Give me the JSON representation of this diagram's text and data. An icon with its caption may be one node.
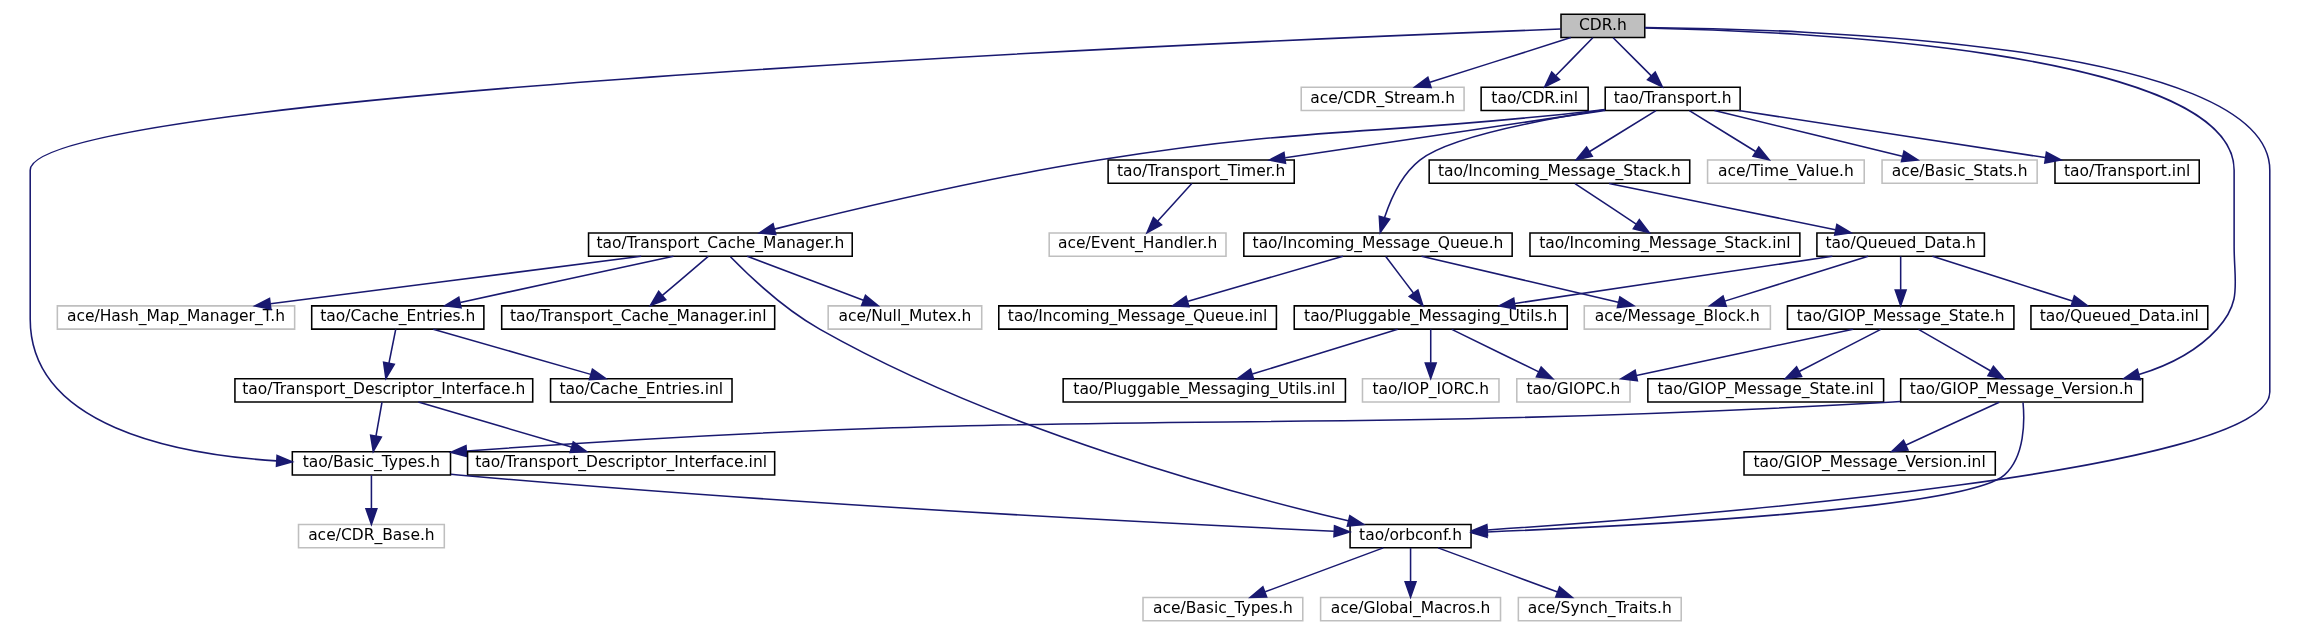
{
  "diagram": {
    "nodes": [
      {
        "text": [
          "CDR.h"
        ]
      },
      {
        "text": [
          "tao/Transport.h"
        ]
      },
      {
        "text": [
          "ace/CDR_Stream.h"
        ]
      },
      {
        "text": [
          "tao/CDR.inl"
        ]
      },
      {
        "text": [
          "tao/Transport_Timer.h"
        ]
      },
      {
        "text": [
          "tao/Incoming_Message_Stack.h"
        ]
      },
      {
        "text": [
          "ace/Time_Value.h"
        ]
      },
      {
        "text": [
          "ace/Basic_Stats.h"
        ]
      },
      {
        "text": [
          "tao/Transport.inl"
        ]
      },
      {
        "text": [
          "ace/Event_Handler.h"
        ]
      },
      {
        "text": [
          "tao/Queued_Data.h"
        ]
      },
      {
        "text": [
          "tao/Incoming_Message_Stack.inl"
        ]
      },
      {
        "text": [
          "tao/Incoming_Message_Queue.h"
        ]
      },
      {
        "text": [
          "tao/Transport_Cache_Manager.h"
        ]
      },
      {
        "text": [
          "tao/Queued_Data.inl"
        ]
      },
      {
        "text": [
          "tao/GIOP_Message_State.h"
        ]
      },
      {
        "text": [
          "ace/Message_Block.h"
        ]
      },
      {
        "text": [
          "tao/Pluggable_Messaging_Utils.h"
        ]
      },
      {
        "text": [
          "tao/Incoming_Message_Queue.inl"
        ]
      },
      {
        "text": [
          "ace/Hash_Map_Manager_T.h"
        ]
      },
      {
        "text": [
          "tao/Transport_Cache_Manager.inl"
        ]
      },
      {
        "text": [
          "tao/Cache_Entries.h"
        ]
      },
      {
        "text": [
          "ace/Null_Mutex.h"
        ]
      },
      {
        "text": [
          "tao/GIOP_Message_Version.h"
        ]
      },
      {
        "text": [
          "tao/GIOP_Message_State.inl"
        ]
      },
      {
        "text": [
          "tao/GIOPC.h"
        ]
      },
      {
        "text": [
          "tao/Pluggable_Messaging_Utils.inl"
        ]
      },
      {
        "text": [
          "tao/IOP_IORC.h"
        ]
      },
      {
        "text": [
          "tao/Cache_Entries.inl"
        ]
      },
      {
        "text": [
          "tao/Transport_Descriptor_Interface.h"
        ]
      },
      {
        "text": [
          "tao/GIOP_Message_Version.inl"
        ]
      },
      {
        "text": [
          "tao/Transport_Descriptor_Interface.inl"
        ]
      },
      {
        "text": [
          "tao/Basic_Types.h"
        ]
      },
      {
        "text": [
          "tao/orbconf.h"
        ]
      },
      {
        "text": [
          "ace/CDR_Base.h"
        ]
      },
      {
        "text": [
          "ace/Basic_Types.h"
        ]
      },
      {
        "text": [
          "ace/Global_Macros.h"
        ]
      },
      {
        "text": [
          "ace/Synch_Traits.h"
        ]
      }
    ],
    "edges": [
      {
        "from": 0,
        "to": 1,
        "arrow": "to"
      },
      {
        "from": 0,
        "to": 2,
        "arrow": "to"
      },
      {
        "from": 0,
        "to": 3,
        "arrow": "to"
      },
      {
        "from": 0,
        "to": 32,
        "arrow": "to"
      },
      {
        "from": 0,
        "to": 33,
        "arrow": "to"
      },
      {
        "from": 0,
        "to": 23,
        "arrow": "to"
      },
      {
        "from": 1,
        "to": 4,
        "arrow": "to"
      },
      {
        "from": 1,
        "to": 5,
        "arrow": "to"
      },
      {
        "from": 1,
        "to": 6,
        "arrow": "to"
      },
      {
        "from": 1,
        "to": 7,
        "arrow": "to"
      },
      {
        "from": 1,
        "to": 8,
        "arrow": "to"
      },
      {
        "from": 1,
        "to": 12,
        "arrow": "to"
      },
      {
        "from": 1,
        "to": 13,
        "arrow": "to"
      },
      {
        "from": 4,
        "to": 9,
        "arrow": "to"
      },
      {
        "from": 5,
        "to": 10,
        "arrow": "to"
      },
      {
        "from": 5,
        "to": 11,
        "arrow": "to"
      },
      {
        "from": 10,
        "to": 14,
        "arrow": "to"
      },
      {
        "from": 10,
        "to": 15,
        "arrow": "to"
      },
      {
        "from": 10,
        "to": 16,
        "arrow": "to"
      },
      {
        "from": 10,
        "to": 17,
        "arrow": "to"
      },
      {
        "from": 12,
        "to": 16,
        "arrow": "to"
      },
      {
        "from": 12,
        "to": 17,
        "arrow": "to"
      },
      {
        "from": 12,
        "to": 18,
        "arrow": "to"
      },
      {
        "from": 13,
        "to": 33,
        "arrow": "to"
      },
      {
        "from": 13,
        "to": 19,
        "arrow": "to"
      },
      {
        "from": 13,
        "to": 20,
        "arrow": "to"
      },
      {
        "from": 13,
        "to": 21,
        "arrow": "to"
      },
      {
        "from": 13,
        "to": 22,
        "arrow": "to"
      },
      {
        "from": 15,
        "to": 23,
        "arrow": "to"
      },
      {
        "from": 15,
        "to": 24,
        "arrow": "to"
      },
      {
        "from": 15,
        "to": 25,
        "arrow": "to"
      },
      {
        "from": 17,
        "to": 25,
        "arrow": "to"
      },
      {
        "from": 17,
        "to": 26,
        "arrow": "to"
      },
      {
        "from": 17,
        "to": 27,
        "arrow": "to"
      },
      {
        "from": 23,
        "to": 30,
        "arrow": "to"
      },
      {
        "from": 23,
        "to": 33,
        "arrow": "to"
      },
      {
        "from": 23,
        "to": 32,
        "arrow": "to"
      },
      {
        "from": 21,
        "to": 28,
        "arrow": "to"
      },
      {
        "from": 21,
        "to": 29,
        "arrow": "to"
      },
      {
        "from": 29,
        "to": 31,
        "arrow": "to"
      },
      {
        "from": 29,
        "to": 32,
        "arrow": "to"
      },
      {
        "from": 32,
        "to": 33,
        "arrow": "to"
      },
      {
        "from": 32,
        "to": 34,
        "arrow": "to"
      },
      {
        "from": 33,
        "to": 35,
        "arrow": "to"
      },
      {
        "from": 33,
        "to": 36,
        "arrow": "to"
      },
      {
        "from": 33,
        "to": 37,
        "arrow": "to"
      }
    ]
  }
}
